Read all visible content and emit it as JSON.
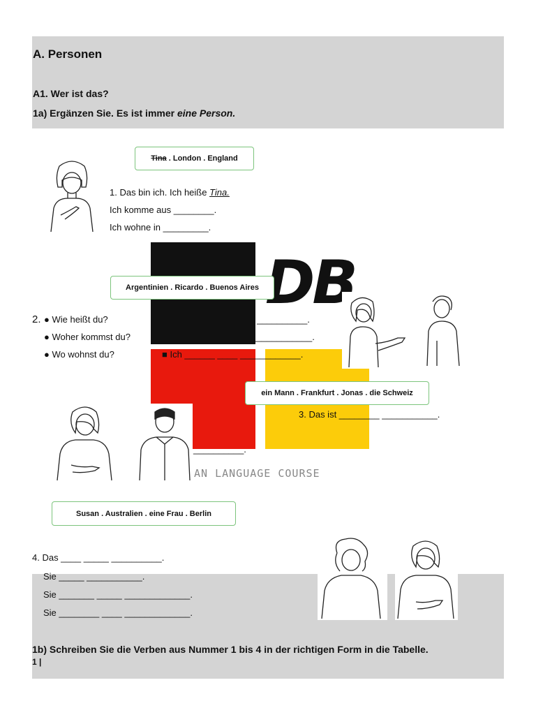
{
  "section_title": "A. Personen",
  "subsection_title": "A1. Wer ist das?",
  "task_1a": {
    "prefix": "1a) Ergänzen Sie. Es ist immer ",
    "emphasis": "eine Person."
  },
  "box1": {
    "struck": "Tina",
    "rest": " . London . England"
  },
  "item1": {
    "line1_prefix": "1. Das bin ich. Ich heiße ",
    "line1_name": "Tina.",
    "line2": "Ich komme aus ________.",
    "line3": "Ich wohne in _________."
  },
  "box2": "Argentinien . Ricardo . Buenos Aires",
  "item2": {
    "number": "2.",
    "q1": "● Wie heißt du?",
    "q2": "● Woher kommst du?",
    "q3": "● Wo wohnst du?",
    "a1": "__________.",
    "a2": "______________.",
    "a3": "■ Ich ______ ____ ____________."
  },
  "box3": "ein Mann . Frankfurt . Jonas . die Schweiz",
  "item3": {
    "line1": "3. Das ist ________ ___________.",
    "line2": "__________."
  },
  "logo": {
    "letters": "DB",
    "tagline": "AN LANGUAGE COURSE",
    "colors": {
      "black": "#111111",
      "red": "#e8190d",
      "gold": "#fccc0a"
    }
  },
  "box4": "Susan . Australien . eine Frau . Berlin",
  "item4": {
    "line1": "4. Das ____ _____ __________.",
    "line2": "Sie _____ ___________.",
    "line3": "Sie _______ _____ _____________.",
    "line4": "Sie ________ ____ _____________."
  },
  "task_1b": "1b) Schreiben Sie die Verben aus Nummer 1 bis 4 in der richtigen Form in die Tabelle.",
  "page_number": "1 |",
  "colors": {
    "band": "#d4d4d4",
    "box_border": "#7cc47c"
  }
}
